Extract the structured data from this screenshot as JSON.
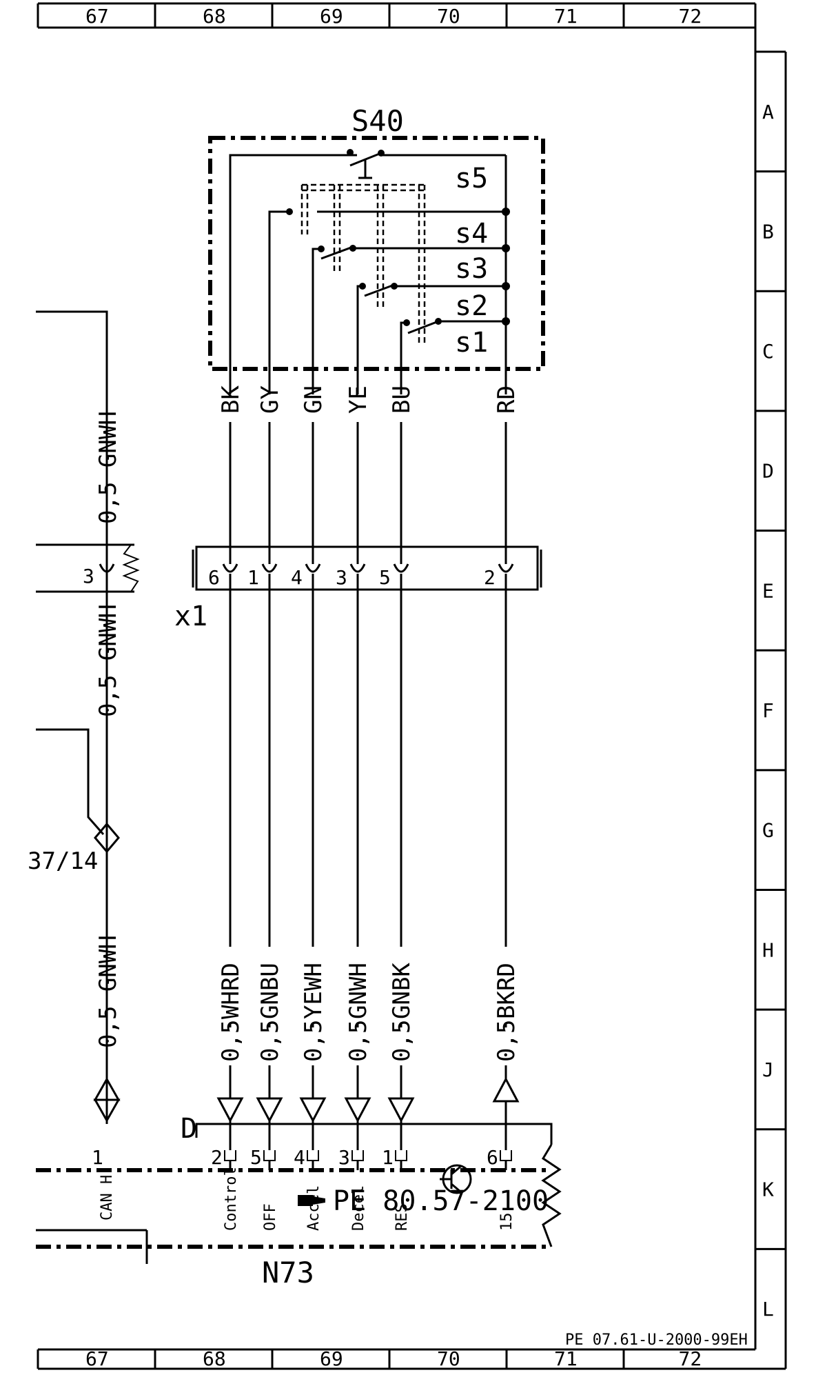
{
  "grid": {
    "columns": [
      "67",
      "68",
      "69",
      "70",
      "71",
      "72"
    ],
    "rows": [
      "A",
      "B",
      "C",
      "D",
      "E",
      "F",
      "G",
      "H",
      "J",
      "K",
      "L"
    ]
  },
  "components": {
    "switch_unit": "S40",
    "switch_contacts": [
      "s5",
      "s4",
      "s3",
      "s2",
      "s1"
    ],
    "connector": "x1",
    "control_unit": "N73",
    "control_unit_ref": "PE 80.57-2100",
    "connector_d": "D",
    "off_sheet_ref": "37/14"
  },
  "switch_wires": [
    {
      "color": "BK",
      "x1_pin": "6",
      "size": "0,5",
      "harness_color": "WHRD",
      "d_pin": "2",
      "function": "Control",
      "dir": "in"
    },
    {
      "color": "GY",
      "x1_pin": "1",
      "size": "0,5",
      "harness_color": "GNBU",
      "d_pin": "5",
      "function": "OFF",
      "dir": "in"
    },
    {
      "color": "GN",
      "x1_pin": "4",
      "size": "0,5",
      "harness_color": "YEWH",
      "d_pin": "4",
      "function": "Accel",
      "dir": "in"
    },
    {
      "color": "YE",
      "x1_pin": "3",
      "size": "0,5",
      "harness_color": "GNWH",
      "d_pin": "3",
      "function": "Decel",
      "dir": "in"
    },
    {
      "color": "BU",
      "x1_pin": "5",
      "size": "0,5",
      "harness_color": "GNBK",
      "d_pin": "1",
      "function": "RES",
      "dir": "in"
    },
    {
      "color": "RD",
      "x1_pin": "2",
      "size": "0,5",
      "harness_color": "BKRD",
      "d_pin": "6",
      "function": "15",
      "dir": "out"
    }
  ],
  "can_wire": {
    "segments": [
      {
        "size": "0,5",
        "color": "GNWH"
      },
      {
        "size": "0,5",
        "color": "GNWH"
      },
      {
        "size": "0,5",
        "color": "GNWH"
      }
    ],
    "connector_pin": "3",
    "d_pin": "1",
    "function": "CAN H"
  },
  "footer": {
    "reference": "PE 07.61-U-2000-99EH"
  },
  "colors": {
    "ink": "#000000",
    "paper": "#ffffff"
  }
}
